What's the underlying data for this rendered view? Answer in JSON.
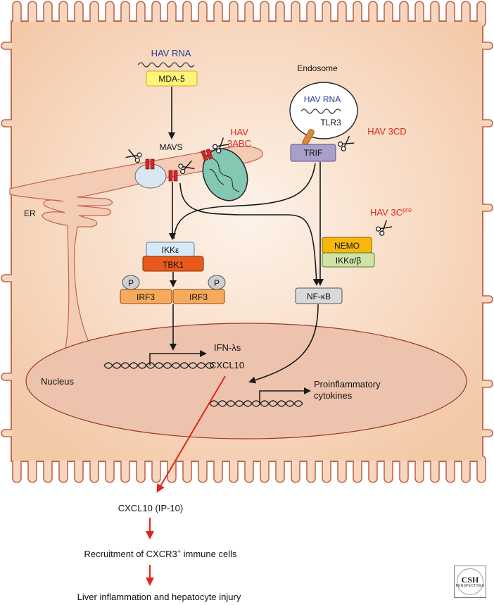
{
  "labels": {
    "hav_rna_top": "HAV RNA",
    "mda5": "MDA-5",
    "mavs": "MAVS",
    "hav_3abc_line1": "HAV",
    "hav_3abc_line2": "3ABC",
    "endosome": "Endosome",
    "hav_rna_endosome": "HAV RNA",
    "tlr3": "TLR3",
    "hav_3cd": "HAV 3CD",
    "trif": "TRIF",
    "er": "ER",
    "hav_3cpro_main": "HAV 3C",
    "hav_3cpro_sup": "pro",
    "nemo": "NEMO",
    "ikk_ab": "IKKα/β",
    "ikk_e": "IKKε",
    "tbk1": "TBK1",
    "p_left": "P",
    "p_right": "P",
    "irf3_left": "IRF3",
    "irf3_right": "IRF3",
    "nfkb": "NF-κB",
    "ifn_lambdas": "IFN-λs",
    "cxcl10_nucleus": "CXCL10",
    "nucleus": "Nucleus",
    "proinflammatory_line1": "Proinflammatory",
    "proinflammatory_line2": "cytokines"
  },
  "outcomes": {
    "cxcl10_ip10": "CXCL10 (IP-10)",
    "recruitment_pre": "Recruitment of CXCR3",
    "recruitment_sup": "+",
    "recruitment_post": " immune cells",
    "liver": "Liver inflammation and hepatocyte injury"
  },
  "logo": {
    "main": "CSH",
    "sub": "PERSPECTIVES"
  },
  "colors": {
    "cell_fill": "#f6d6bd",
    "cell_stroke": "#c0674f",
    "nucleus_fill": "#edc3ae",
    "nucleus_stroke": "#9a3a24",
    "hav_rna": "#2b3990",
    "viral_protease_text": "#e0261b",
    "mda5_box": "#fff47a",
    "trif_box": "#a89fcb",
    "ikke_box": "#d6e9f7",
    "tbk1_box": "#e9591c",
    "irf3_box": "#f7a95c",
    "nemo_box": "#f6b80b",
    "ikkab_box": "#cfe3a6",
    "nfkb_box": "#d9d9d9",
    "mitochondrion": "#84c7b3",
    "mavs_dimer": "#d9252a",
    "red_arrow": "#e0261b"
  }
}
